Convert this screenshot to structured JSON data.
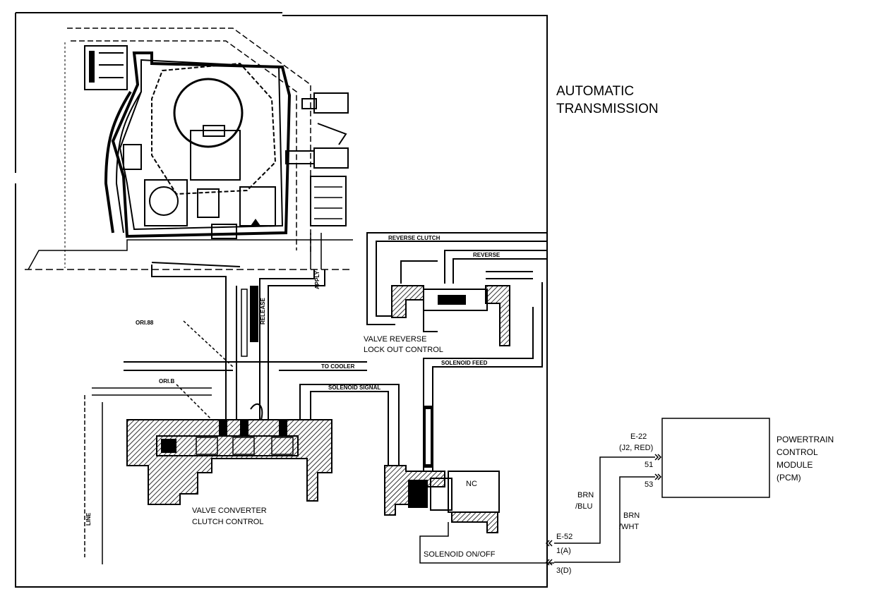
{
  "title": {
    "line1": "AUTOMATIC",
    "line2": "TRANSMISSION"
  },
  "pcm": {
    "line1": "POWERTRAIN",
    "line2": "CONTROL",
    "line3": "MODULE",
    "line4": "(PCM)",
    "connector": "E-22",
    "connector_detail": "(J2, RED)",
    "pin_a": "51",
    "pin_b": "53"
  },
  "wires": {
    "wire1_color_a": "BRN",
    "wire1_color_b": "/BLU",
    "wire2_color_a": "BRN",
    "wire2_color_b": "/WHT"
  },
  "solenoid": {
    "label": "SOLENOID ON/OFF",
    "state": "NC",
    "connector": "E-52",
    "pin_a": "1(A)",
    "pin_b": "3(D)"
  },
  "valves": {
    "reverse_line1": "VALVE REVERSE",
    "reverse_line2": "LOCK OUT CONTROL",
    "converter_line1": "VALVE CONVERTER",
    "converter_line2": "CLUTCH CONTROL"
  },
  "hydraulic_labels": {
    "orifice_1": "ORI.88",
    "orifice_2": "ORI.B",
    "to_cooler": "TO COOLER",
    "solenoid_signal": "SOLENOID SIGNAL",
    "reverse_clutch": "REVERSE CLUTCH",
    "reverse": "REVERSE",
    "solenoid_feed": "SOLENOID FEED",
    "apply": "APPLY",
    "release": "RELEASE",
    "line": "LINE"
  }
}
